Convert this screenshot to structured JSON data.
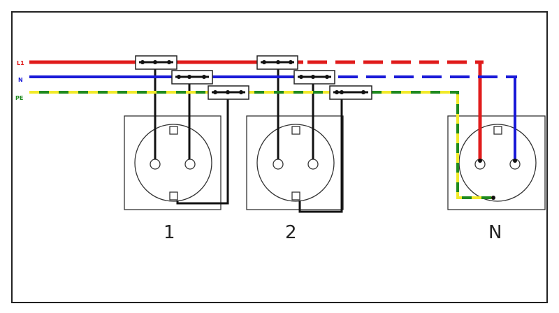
{
  "wires": {
    "l1": {
      "label": "L1",
      "color": "#e01b1b"
    },
    "n": {
      "label": "N",
      "color": "#1a1ad8"
    },
    "pe": {
      "label": "PE",
      "color": "#1f8a1f",
      "stripe_color": "#f2ea2a"
    }
  },
  "outlets": {
    "o1": {
      "label": "1"
    },
    "o2": {
      "label": "2"
    },
    "o3": {
      "label": "N"
    }
  },
  "colors": {
    "frame": "#222222",
    "outline": "#333333"
  },
  "icons": [
    "terminal-block-icon",
    "socket-icon"
  ]
}
